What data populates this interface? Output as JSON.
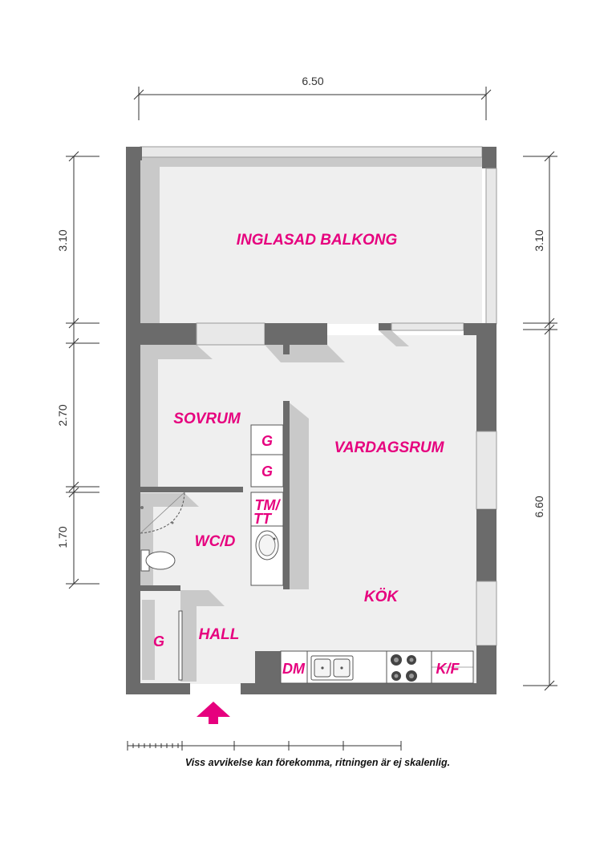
{
  "dimensions": {
    "top_width": "6.50",
    "left_balkong": "3.10",
    "left_sovrum": "2.70",
    "left_wc": "1.70",
    "right_balkong": "3.10",
    "right_main": "6.60"
  },
  "rooms": {
    "balkong": "INGLASAD BALKONG",
    "sovrum": "SOVRUM",
    "vardagsrum": "VARDAGSRUM",
    "wc": "WC/D",
    "kok": "KÖK",
    "hall": "HALL",
    "g1": "G",
    "g2": "G",
    "g_hall": "G",
    "tm_line1": "TM/",
    "tm_line2": "TT",
    "dm": "DM",
    "kf": "K/F"
  },
  "disclaimer": "Viss avvikelse kan förekomma, ritningen är ej skalenlig.",
  "colors": {
    "accent": "#e6007e",
    "wall": "#6b6b6b",
    "floor": "#efefef",
    "shadow": "#c9c9c9"
  },
  "icons": {
    "entrance": "entrance-arrow-icon",
    "sink": "sink-icon",
    "toilet": "toilet-icon",
    "stove": "stove-icon",
    "kitchen_sink": "kitchen-sink-icon"
  }
}
